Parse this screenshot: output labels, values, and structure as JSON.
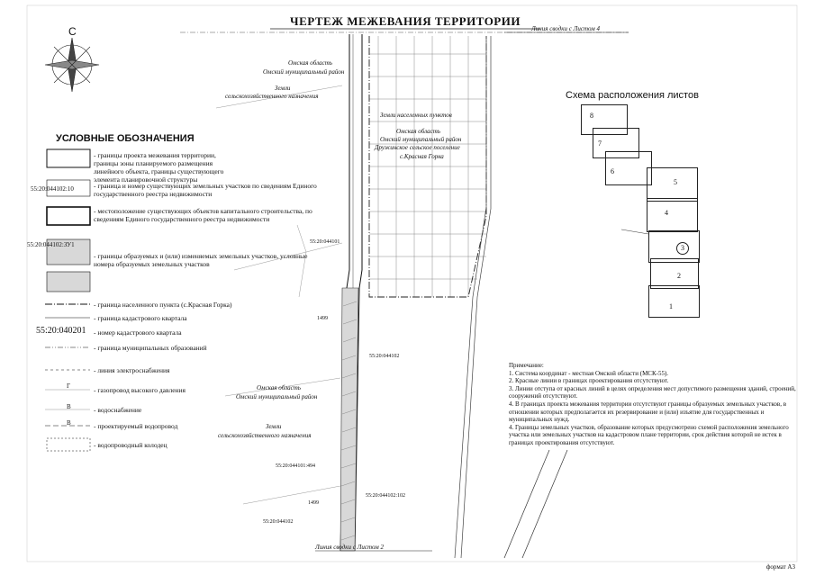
{
  "title": "ЧЕРТЕЖ МЕЖЕВАНИЯ ТЕРРИТОРИИ",
  "north_label": "С",
  "match_lines": {
    "top": "Линия сводки с Листом 4",
    "bottom": "Линия сводки с Листом 2"
  },
  "legend": {
    "title": "УСЛОВНЫЕ ОБОЗНАЧЕНИЯ",
    "items": [
      {
        "sample": "",
        "text": "- границы проекта межевания территории, границы зоны планируемого размещения линейного объекта, границы существующего элемента планировочной структуры"
      },
      {
        "sample": "55:20:044102:10",
        "text": "- граница и номер существующих земельных участков по сведениям Единого государственного реестра недвижимости"
      },
      {
        "sample": "",
        "text": "- местоположение существующих объектов капитального строительства, по сведениям Единого государственного реестра недвижимости"
      },
      {
        "sample": "55:20:044102:ЗУ1",
        "text": "- границы образуемых и (или) изменяемых земельных участков, условные номера образуемых земельных участков"
      },
      {
        "sample": "",
        "text": "- граница населенного пункта (с.Красная Горка)"
      },
      {
        "sample": "",
        "text": "- граница кадастрового квартала"
      },
      {
        "sample": "55:20:040201",
        "text": "- номер кадастрового квартала"
      },
      {
        "sample": "",
        "text": "- граница муниципальных образований"
      },
      {
        "sample": "",
        "text": "- линия электроснабжения"
      },
      {
        "sample": "Г",
        "text": "- газопровод высокого давления"
      },
      {
        "sample": "В",
        "text": "- водоснабжение"
      },
      {
        "sample": "В",
        "text": "- проектируемый водопровод"
      },
      {
        "sample": "",
        "text": "- водопроводный колодец"
      }
    ]
  },
  "map_labels": {
    "omsk_region_top": "Омская область",
    "omsk_district_top": "Омский муниципальный район",
    "agri_land_top_1": "Земли",
    "agri_land_top_2": "сельскохозяйственного назначения",
    "settlement_lands": "Земли населенных пунктов",
    "omsk_region_mid": "Омская область",
    "omsk_district_mid": "Омский муниципальный район",
    "druzhino": "Дружинское сельское поселение",
    "krasnaya_gorka": "с.Красная Горка",
    "omsk_region_bot": "Омская область",
    "omsk_district_bot": "Омский муниципальный район",
    "agri_land_bot_1": "Земли",
    "agri_land_bot_2": "сельскохозяйственного назначения",
    "cad_1": "55:20:044101",
    "cad_2": "55:20:044102",
    "cad_3": "55:20:044101:494",
    "cad_4": "55:20:044102:102",
    "cad_5": "55:20:044102",
    "cad_6": "1499",
    "cad_7": "1499"
  },
  "sheet_scheme": {
    "title": "Схема расположения листов",
    "sheets": [
      "8",
      "7",
      "6",
      "5",
      "4",
      "3",
      "2",
      "1"
    ]
  },
  "notes": {
    "title": "Примечание:",
    "items": [
      "1. Система координат - местная Омской области (МСК-55).",
      "2. Красные линии в границах проектирования отсутствуют.",
      "3. Линии отступа от красных линий в целях определения мест допустимого размещения зданий, строений, сооружений отсутствуют.",
      "4. В границах проекта межевания территории отсутствуют границы образуемых земельных участков, в отношении которых предполагается их резервирование и (или) изъятие для государственных и муниципальных нужд.",
      "4. Границы земельных участков, образование которых предусмотрено схемой расположения земельного участка или земельных участков на кадастровом плане территории, срок действия которой не истек в границах проектирования отсутствуют."
    ]
  },
  "footer": "формат А3"
}
